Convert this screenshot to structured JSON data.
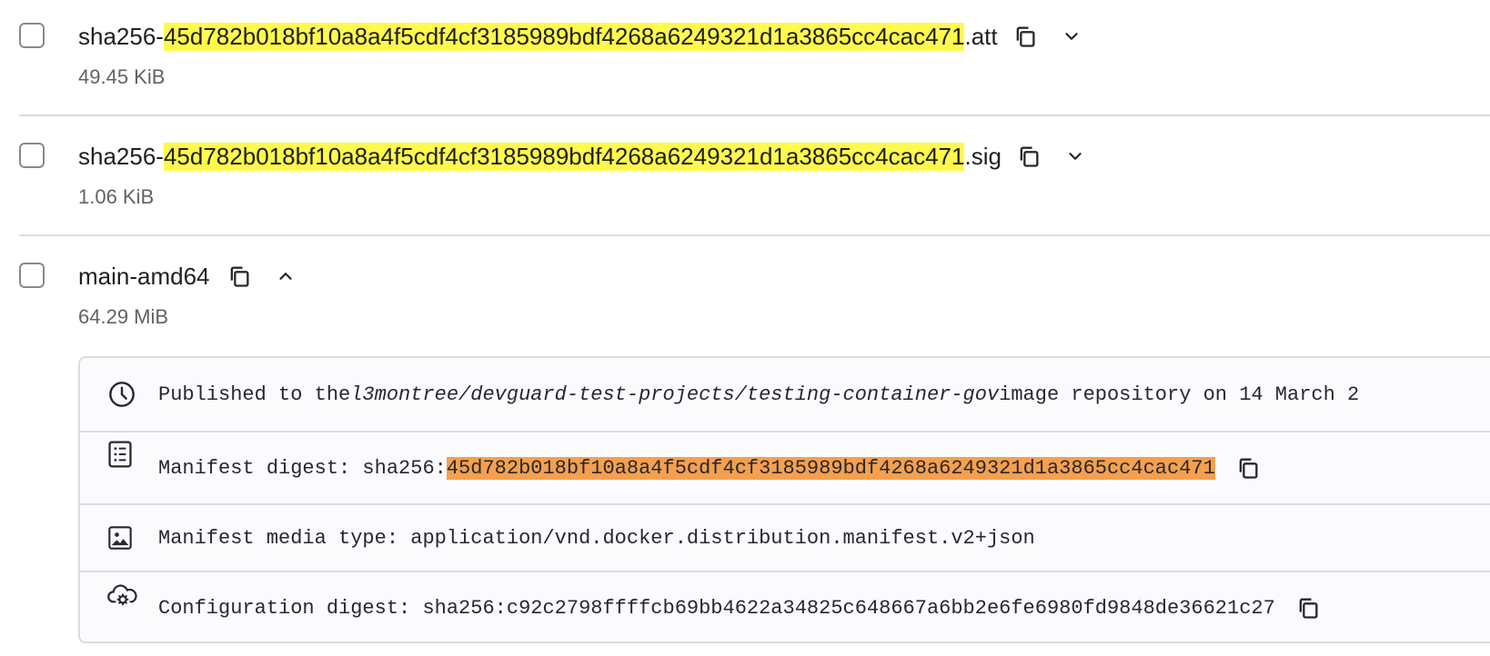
{
  "items": [
    {
      "prefix": "sha256-",
      "hash": "45d782b018bf10a8a4f5cdf4cf3185989bdf4268a6249321d1a3865cc4cac471",
      "suffix": ".att",
      "size": "49.45 KiB"
    },
    {
      "prefix": "sha256-",
      "hash": "45d782b018bf10a8a4f5cdf4cf3185989bdf4268a6249321d1a3865cc4cac471",
      "suffix": ".sig",
      "size": "1.06 KiB"
    },
    {
      "name": "main-amd64",
      "size": "64.29 MiB"
    }
  ],
  "details": {
    "published_prefix": "Published to the ",
    "repository": "l3montree/devguard-test-projects/testing-container-gov",
    "published_suffix": " image repository on 14 March 2",
    "manifest_digest_label": "Manifest digest: sha256:",
    "manifest_digest_value": "45d782b018bf10a8a4f5cdf4cf3185989bdf4268a6249321d1a3865cc4cac471",
    "media_type": "Manifest media type: application/vnd.docker.distribution.manifest.v2+json",
    "config_digest": "Configuration digest: sha256:c92c2798ffffcb69bb4622a34825c648667a6bb2e6fe6980fd9848de36621c27"
  },
  "icons": {
    "copy": "copy-icon",
    "expand": "chevron-down-icon",
    "collapse": "chevron-up-icon",
    "clock": "clock-icon",
    "doc": "document-list-icon",
    "image": "image-icon",
    "config": "cloud-gear-icon"
  },
  "colors": {
    "highlight_yellow": "#fff94d",
    "highlight_orange": "#f4a04e"
  }
}
